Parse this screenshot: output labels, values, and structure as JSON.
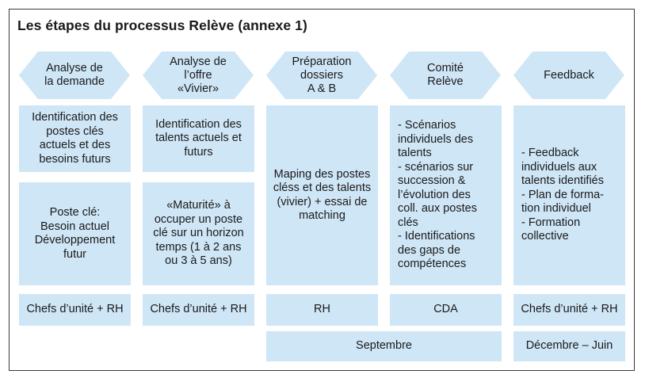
{
  "title": "Les étapes du processus Relève (annexe 1)",
  "colors": {
    "box_fill": "#cfe6f6",
    "hexagon_fill": "#cfe6f6",
    "frame": "#3a3a3a"
  },
  "steps": [
    {
      "header": "Analyse de\nla demande",
      "box1": "Identification des\npostes clés\nactuels et des\nbesoins futurs",
      "box2": "Poste clé:\nBesoin actuel\nDéveloppement\nfutur",
      "roles": "Chefs d’unité + RH"
    },
    {
      "header": "Analyse de\nl’offre\n«Vivier»",
      "box1": "Identification des\ntalents actuels et\nfuturs",
      "box2": "«Maturité» à\noccuper un poste\nclé sur un horizon\ntemps (1 à 2 ans\nou 3 à 5 ans)",
      "roles": "Chefs d’unité + RH"
    },
    {
      "header": "Préparation\ndossiers\nA & B",
      "box_merged": "Maping des postes\ncléss et des talents\n(vivier) + essai de\nmatching",
      "roles": "RH"
    },
    {
      "header": "Comité\nRelève",
      "box_merged": "- Scénarios\n  individuels des\n  talents\n- scénarios sur\n  succession &\n  l’évolution des\n  coll. aux postes\n  clés\n- Identifications\n  des gaps de\n  compétences",
      "roles": "CDA"
    },
    {
      "header": "Feedback",
      "box_merged": "- Feedback\n  individuels aux\n  talents identifiés\n- Plan de forma-\n  tion individuel\n- Formation\n  collective",
      "roles": "Chefs d’unité + RH"
    }
  ],
  "timeline": [
    {
      "label": "Septembre"
    },
    {
      "label": "Décembre – Juin"
    }
  ]
}
